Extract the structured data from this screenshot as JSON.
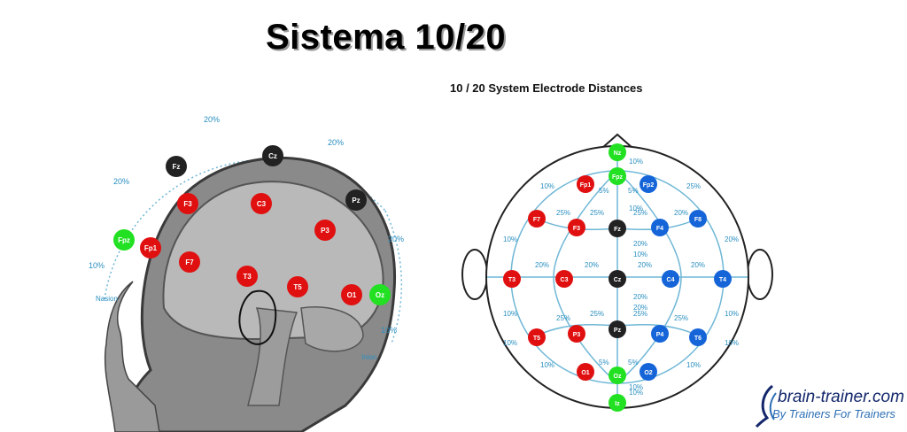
{
  "title": "Sistema 10/20",
  "subtitle": "10 / 20 System Electrode Distances",
  "colors": {
    "red": "#e01010",
    "green": "#22e022",
    "black": "#222222",
    "blue": "#1565d8",
    "line": "#6fb7d6",
    "pct": "#2a8fc0"
  },
  "logo": {
    "main": "brain-trainer.com",
    "sub": "By Trainers For Trainers"
  },
  "left_diagram": {
    "labels": {
      "nasion": "Nasion",
      "inion": "Inion"
    },
    "percentages": [
      "20%",
      "20%",
      "20%",
      "20%",
      "10%",
      "10%"
    ],
    "electrodes": [
      {
        "label": "Fz",
        "color": "black"
      },
      {
        "label": "Cz",
        "color": "black"
      },
      {
        "label": "Pz",
        "color": "black"
      },
      {
        "label": "F3",
        "color": "red"
      },
      {
        "label": "C3",
        "color": "red"
      },
      {
        "label": "P3",
        "color": "red"
      },
      {
        "label": "Fpz",
        "color": "green"
      },
      {
        "label": "Fp1",
        "color": "red"
      },
      {
        "label": "F7",
        "color": "red"
      },
      {
        "label": "T3",
        "color": "red"
      },
      {
        "label": "T5",
        "color": "red"
      },
      {
        "label": "O1",
        "color": "red"
      },
      {
        "label": "Oz",
        "color": "green"
      }
    ]
  },
  "right_diagram": {
    "electrodes": [
      {
        "label": "Nz",
        "color": "green"
      },
      {
        "label": "Fpz",
        "color": "green"
      },
      {
        "label": "Fp1",
        "color": "red"
      },
      {
        "label": "Fp2",
        "color": "blue"
      },
      {
        "label": "F7",
        "color": "red"
      },
      {
        "label": "F3",
        "color": "red"
      },
      {
        "label": "Fz",
        "color": "black"
      },
      {
        "label": "F4",
        "color": "blue"
      },
      {
        "label": "F8",
        "color": "blue"
      },
      {
        "label": "T3",
        "color": "red"
      },
      {
        "label": "C3",
        "color": "red"
      },
      {
        "label": "Cz",
        "color": "black"
      },
      {
        "label": "C4",
        "color": "blue"
      },
      {
        "label": "T4",
        "color": "blue"
      },
      {
        "label": "T5",
        "color": "red"
      },
      {
        "label": "P3",
        "color": "red"
      },
      {
        "label": "Pz",
        "color": "black"
      },
      {
        "label": "P4",
        "color": "blue"
      },
      {
        "label": "T6",
        "color": "blue"
      },
      {
        "label": "O1",
        "color": "red"
      },
      {
        "label": "Oz",
        "color": "green"
      },
      {
        "label": "O2",
        "color": "blue"
      },
      {
        "label": "Iz",
        "color": "green"
      }
    ],
    "percentages": [
      "10%",
      "5%",
      "5%",
      "10%",
      "10%",
      "25%",
      "25%",
      "25%",
      "25%",
      "20%",
      "20%",
      "10%",
      "10%",
      "20%",
      "20%",
      "20%",
      "20%",
      "20%",
      "10%",
      "10%",
      "25%",
      "25%",
      "25%",
      "25%",
      "20%",
      "20%",
      "10%",
      "10%",
      "10%",
      "10%",
      "5%",
      "5%",
      "10%",
      "10%"
    ]
  }
}
